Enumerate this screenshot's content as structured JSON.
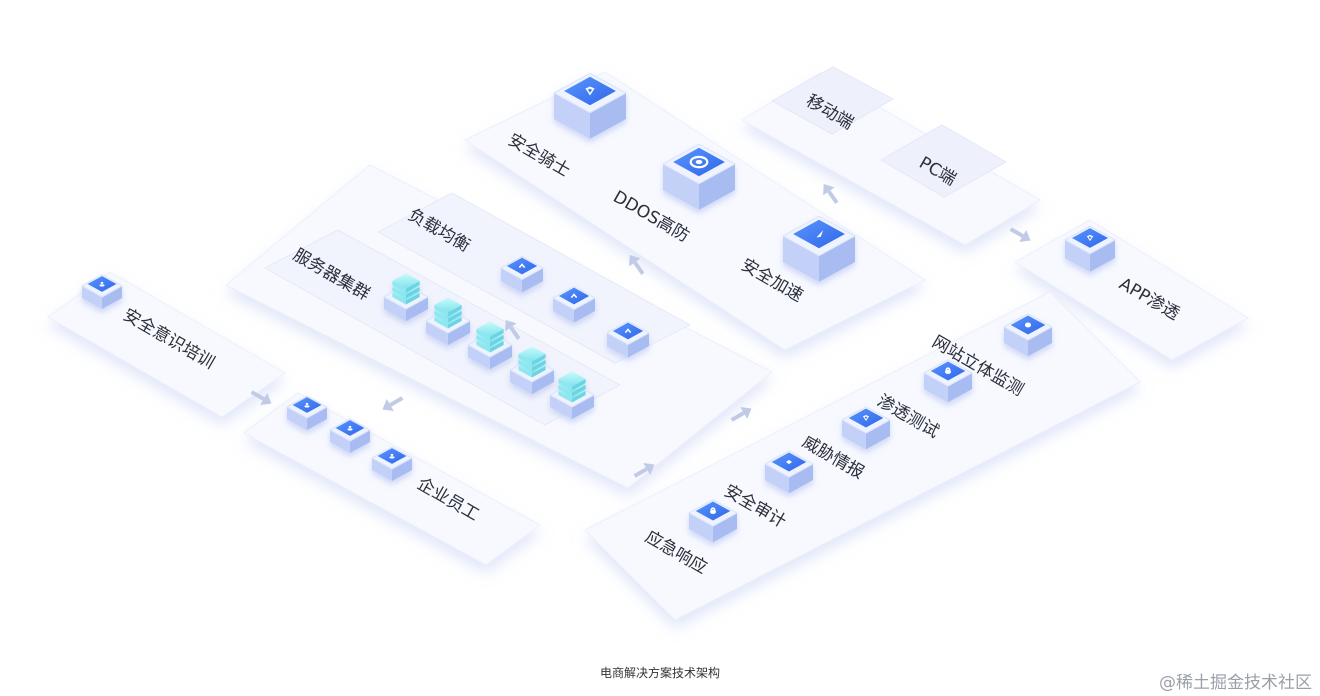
{
  "caption": "电商解决方案技术架构",
  "watermark": "@稀土掘金技术社区",
  "colors": {
    "platform": "#f7f9ff",
    "platform_edge": "#e2e7fb",
    "cube_top": "#e9effe",
    "cube_side": "#b9c9f6",
    "icon_blue": "#3d7cf5",
    "cyan_top": "#9ff2f4",
    "arrow": "#c2cbe6"
  },
  "labels": {
    "security_knight": "安全骑士",
    "ddos": "DDOS高防",
    "security_acceleration": "安全加速",
    "mobile": "移动端",
    "pc": "PC端",
    "app_penetration": "APP渗透",
    "load_balance": "负载均衡",
    "server_cluster": "服务器集群",
    "security_training": "安全意识培训",
    "employees": "企业员工",
    "site_monitoring": "网站立体监测",
    "penetration_test": "渗透测试",
    "threat_intel": "威胁情报",
    "security_audit": "安全审计",
    "emergency_response": "应急响应"
  }
}
